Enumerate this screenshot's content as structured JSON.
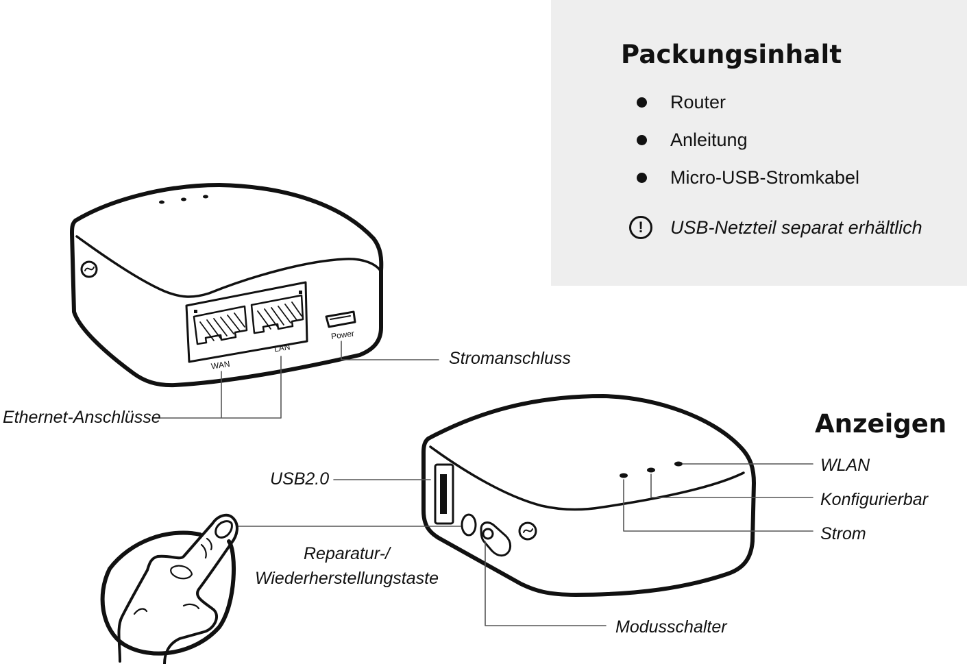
{
  "package_contents": {
    "title": "Packungsinhalt",
    "items": [
      "Router",
      "Anleitung",
      "Micro-USB-Stromkabel"
    ],
    "note": "USB-Netzteil separat erhältlich",
    "note_icon": "exclamation-circle-icon",
    "background": "#eeeeee"
  },
  "router_back": {
    "port_wan": "WAN",
    "port_lan": "LAN",
    "port_power": "Power",
    "label_power": "Stromanschluss",
    "label_ethernet": "Ethernet-Anschlüsse"
  },
  "router_front": {
    "indicators_title": "Anzeigen",
    "label_wlan": "WLAN",
    "label_configurable": "Konfigurierbar",
    "label_power": "Strom",
    "label_usb": "USB2.0",
    "label_reset": "Reparatur-/\nWiederherstellungstaste",
    "label_mode": "Modusschalter"
  }
}
